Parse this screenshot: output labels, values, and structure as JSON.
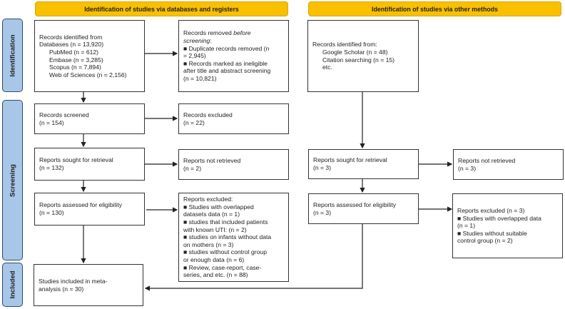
{
  "headers": {
    "databases": "Identification of studies via databases and registers",
    "other": "Identification of studies via other methods"
  },
  "phases": {
    "identification": "Identification",
    "screening": "Screening",
    "included": "Included"
  },
  "boxes": {
    "records_identified": [
      "Records identified from",
      "Databases (n = 13,920)",
      "PubMed (n = 612)",
      "Embase (n = 3,285)",
      "Scopus (n = 7,894)",
      "Web of Sciences (n = 2,156)"
    ],
    "records_removed": {
      "title_pre": "Records removed ",
      "title_em": "before",
      "title_em2": "screening",
      "title_post": ":",
      "lines": [
        "■ Duplicate records removed (n",
        "= 2,945)",
        "■ Records marked as ineligible",
        "after title and abstract screening",
        "(n = 10,821)"
      ]
    },
    "records_screened": [
      "Records screened",
      "(n = 154)"
    ],
    "records_excluded": [
      "Records excluded",
      "(n = 22)"
    ],
    "reports_sought": [
      "Reports sought for retrieval",
      "(n = 132)"
    ],
    "reports_not_retrieved": [
      "Reports not retrieved",
      "(n = 2)"
    ],
    "reports_assessed": [
      "Reports assessed for eligibility",
      "(n = 130)"
    ],
    "reports_excluded": [
      "Reports excluded:",
      "■ Studies with overlapped",
      "datasets data (n = 1)",
      "■ studies that included patients",
      "with known UTI: (n = 2)",
      "■ studies on infants without data",
      "on mothers (n = 3)",
      "■ studies without control group",
      "or enough data (n = 6)",
      "■ Review, case-report, case-",
      "series, and etc. (n = 88)"
    ],
    "studies_included": [
      "Studies included in meta-",
      "analysis (n = 30)"
    ],
    "other_identified": [
      "Records identified from:",
      "Google Scholar (n = 48)",
      "Citation searching (n = 15)",
      "etc."
    ],
    "other_sought": [
      "Reports sought for retrieval",
      "(n = 3)"
    ],
    "other_not_retrieved": [
      "Reports not retrieved",
      "(n = 3)"
    ],
    "other_assessed": [
      "Reports assessed for eligibility",
      "(n = 3)"
    ],
    "other_excluded": [
      "Reports excluded (n = 3)",
      "■ Studies with overlapped data",
      "(n = 1)",
      "■ Studies without suitable",
      "control group (n = 2)"
    ]
  },
  "colors": {
    "header": "#f9c000",
    "phase": "#a8c6e8",
    "phase_border": "#2e4b6e"
  }
}
